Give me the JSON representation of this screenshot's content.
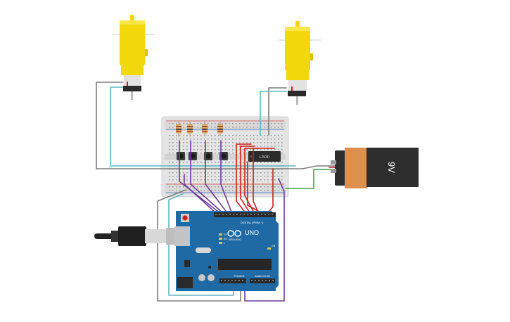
{
  "battery": {
    "label": "9V",
    "body_color": "#dd8f4c",
    "cap_color": "#2e2e2e"
  },
  "arduino": {
    "logo_text": "ARDUINO",
    "model": "UNO",
    "digital_header": "DIGITAL (PWM ~)",
    "power_header": "POWER",
    "analog_header": "ANALOG IN",
    "board_color": "#1f6aa5",
    "tx_label": "TX",
    "rx_label": "RX",
    "l_label": "L",
    "on_label": "ON"
  },
  "driver_chip": {
    "label": "L293D"
  },
  "wire_colors": {
    "teal": "#5fb7c4",
    "gray": "#7d7d7d",
    "purple": "#6e3a9a",
    "red": "#d21d1d",
    "green": "#3aa345"
  },
  "motor_color": "#f2d70b"
}
